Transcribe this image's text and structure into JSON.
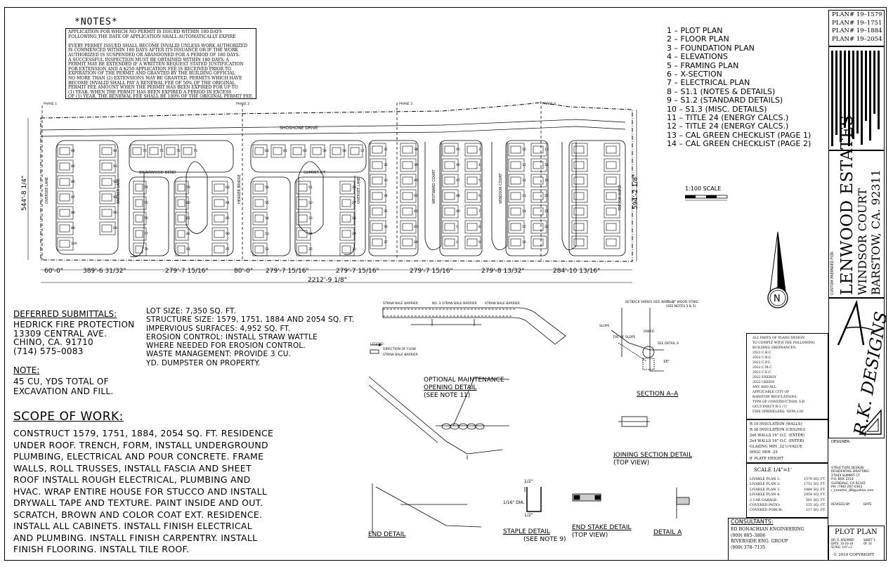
{
  "notes": {
    "title": "*NOTES*",
    "lines": [
      "APPLICATION FOR WHICH NO PERMIT IS ISSUED WITHIN 180 DAYS",
      "FOLLOWING THE DATE OF APPLICATION SHALL AUTOMATICALLY EXPIRE",
      "",
      "EVERY PERMIT ISSUED SHALL BECOME INVALID UNLESS WORK AUTHORIZED",
      "IS COMMENCED WITHIN 180 DAYS AFTER ITS ISSUANCE OR IF THE WORK",
      "AUTHORIZED IS SUSPENDED OR ABANDONED FOR A PERIOD OF 180 DAYS.",
      "A SUCCESSFUL INSPECTION MUST BE OBTAINED WITHIN 180 DAYS. A",
      "PERMIT MAY BE EXTENDED IF A WRITTEN REQUEST STATED JUSTIFICATION",
      "FOR EXTENSION AND A $250 APPLICATION FEE IS RECEIVED PRIOR TO",
      "EXPIRATION OF THE PERMIT AND GRANTED BY THE BUILDING OFFICIAL",
      "NO MORE THAN (2) EXTENSIONS MAY BE GRANTED. PERMITS WHICH HAVE",
      "BECOME INVALID SHALL PAY A RENEWAL FEE OF 50% OF THE ORIGINAL",
      "PERMIT FEE AMOUNT WHEN THE PERMIT HAS BEEN EXPIRED FOR UP TO",
      "(1) YEAR. WHEN THE PERMIT HAS BEEN EXPIRED A PERIOD IN EXCESS",
      "OF (1) YEAR, THE RENEWAL FEE SHALL BE 100% OF THE ORIGINAL PERMIT FEE."
    ]
  },
  "sheet_index": [
    "1 – PLOT PLAN",
    "2 – FLOOR PLAN",
    "3 – FOUNDATION PLAN",
    "4 – ELEVATIONS",
    "5 – FRAMING PLAN",
    "6 – X-SECTION",
    "7 – ELECTRICAL PLAN",
    "8 – S1.1 (NOTES & DETAILS)",
    "9 – S1.2 (STANDARD DETAILS)",
    "10 – S1.3 (MISC. DETAILS)",
    "11 – TITLE 24 (ENERGY CALCS.)",
    "12 – TITLE 24 (ENERGY CALCS.)",
    "13 – CAL GREEN CHECKLIST (PAGE 1)",
    "14 – CAL GREEN CHECKLIST (PAGE 2)"
  ],
  "scale_label": "1:100 SCALE",
  "site": {
    "road_top": "SHOSHONE DRIVE",
    "street_1": "BRIARWOOD BEND",
    "street_2": "SUMMIT CT.",
    "street_left": "OVERSEE LANE",
    "street_3": "BANNER LANE",
    "street_4": "HEADER BRIDGE",
    "street_5": "OVERSEE LANE",
    "street_6": "WESTWARD COURT",
    "street_7": "WINDSOR COURT",
    "street_8": "TREVOR ROAD",
    "phase_labels": [
      "PHASE 1",
      "PHASE 2",
      "PHASE 3",
      "PHASE 4"
    ],
    "left_dim": "544'-8 1/4\"",
    "right_dim": "594'-2 1/8\"",
    "bottom_dims": [
      "60'-0\"",
      "389'-6 31/32\"",
      "279'-7 15/16\"",
      "80'-0\"",
      "279'-7 15/16\"",
      "279'-7 15/16\"",
      "279'-7 15/16\"",
      "279'-8 13/32\"",
      "284'-10 13/16\""
    ],
    "total_dim": "2212'-9 1/8\"",
    "lot_numbers": [
      "84",
      "85",
      "86",
      "87",
      "88",
      "89",
      "100",
      "94",
      "93",
      "92",
      "91",
      "90",
      "69",
      "70",
      "71",
      "72",
      "73",
      "74",
      "75",
      "76",
      "77",
      "78",
      "79",
      "80",
      "81",
      "82",
      "83",
      "63",
      "64",
      "65",
      "66",
      "67",
      "62",
      "61",
      "60",
      "59",
      "58",
      "57",
      "56",
      "55",
      "54",
      "53",
      "52",
      "51",
      "50",
      "23",
      "24",
      "25",
      "26",
      "27",
      "28",
      "29",
      "30",
      "31",
      "32",
      "33",
      "34",
      "35",
      "36",
      "37",
      "38",
      "39",
      "40",
      "41",
      "42",
      "43",
      "44",
      "45",
      "46",
      "47",
      "48",
      "49",
      "1",
      "2",
      "3",
      "4",
      "5",
      "6",
      "7",
      "8",
      "9",
      "10",
      "11",
      "12",
      "13",
      "14",
      "15",
      "16",
      "17",
      "18",
      "19",
      "20",
      "21",
      "22"
    ]
  },
  "deferred": {
    "heading": "DEFERRED SUBMITTALS:",
    "lines": [
      "HEDRICK FIRE PROTECTION",
      "13309 CENTRAL AVE.",
      "CHINO, CA. 91710",
      "(714) 575–0083"
    ]
  },
  "lot_info": [
    "LOT SIZE: 7,350 SQ. FT.",
    "STRUCTURE SIZE: 1579, 1751, 1884 AND 2054 SQ. FT.",
    "IMPERVIOUS SURFACES: 4,952 SQ. FT.",
    "EROSION CONTROL: INSTALL STRAW WATTLE",
    "WHERE NEEDED FOR EROSION CONTROL.",
    "WASTE MANAGEMENT: PROVIDE 3 CU.",
    "YD. DUMPSTER ON PROPERTY."
  ],
  "note": {
    "heading": "NOTE:",
    "lines": [
      "45 CU, YDS TOTAL OF",
      "EXCAVATION AND FILL."
    ]
  },
  "scope": {
    "heading": "SCOPE OF WORK:",
    "lines": [
      "CONSTRUCT 1579, 1751, 1884, 2054 SQ. FT. RESIDENCE",
      "UNDER ROOF.  TRENCH, FORM, INSTALL UNDERGROUND",
      "PLUMBING, ELECTRICAL AND POUR CONCRETE.  FRAME",
      "WALLS, ROLL TRUSSES, INSTALL FASCIA AND SHEET",
      "ROOF INSTALL ROUGH ELECTRICAL, PLUMBING AND",
      "HVAC.  WRAP ENTIRE HOUSE FOR STUCCO AND INSTALL",
      "DRYWALL TAPE AND TEXTURE.  PAINT INSIDE AND OUT.",
      "SCRATCH, BROWN AND COLOR COAT EXT. RESIDENCE.",
      "INSTALL ALL CABINETS.  INSTALL FINISH ELECTRICAL",
      "AND PLUMBING. INSTALL FINISH CARPENTRY.  INSTALL",
      "FINISH FLOORING. INSTALL TILE ROOF."
    ]
  },
  "details": {
    "straw_top": [
      "STRAW BALE BARRIER",
      "NO. 3 STRAW BALE BARRIER",
      "STRAW BALE BARRIER"
    ],
    "legend": [
      "LEGEND:",
      "DIRECTION OF FLOW",
      "STRAW BALE BARRIER"
    ],
    "opening_title": "OPTIONAL MAINTENANCE",
    "opening_title2": "OPENING DETAIL",
    "opening_sub": "(SEE NOTE 11)",
    "section_title": "SECTION A–A",
    "joining_title": "JOINING SECTION DETAIL",
    "joining_sub": "(TOP VIEW)",
    "end_title": "END DETAIL",
    "staple_title": "STAPLE DETAIL",
    "staple_sub": "(SEE NOTE 9)",
    "end_stake_title": "END STAKE DETAIL",
    "end_stake_sub": "(TOP VIEW)",
    "detail_a": "DETAIL A",
    "staple_dims": [
      "1/2\"",
      "1/16\" DIA.",
      "1/2\""
    ],
    "section_labels": [
      "SETBACK VARIES (SEE NOTE 4)",
      "SLOPE",
      "TOE OF SLOPE",
      "SEE DETAIL A",
      "2\"x 2\" WOOD STAKE (SEE NOTES 3 & 5)",
      "FABRIC",
      "18\""
    ]
  },
  "titleblock": {
    "plans": [
      "PLAN# 19–1579",
      "PLAN# 19–1751",
      "PLAN# 19–1884",
      "PLAN# 19–2054"
    ],
    "custom_prepared": "CUSTOM PREPARED FOR:",
    "project_lines": [
      "LENWOOD ESTATES",
      "WINDSOR COURT",
      "BARSTOW, CA. 92311"
    ],
    "firm": "R.K. DESIGNS",
    "copyright": "© 2019 COPYRIGHT",
    "codes": [
      "ALL PARTS OF PLANS DESIGN",
      "TO COMPLY WITH THE FOLLOWING",
      "BUILDING ORDINANCES:",
      "2022 C.B.C.",
      "2022 C.R.C.",
      "2022 C.P.C.",
      "2022 C.M.C.",
      "2022 C.E.C.",
      "2022 ENERGY",
      "2022 GREEN",
      "ANY AND ALL",
      "APPLICABLE CITY OF",
      "BARSTOW REGULATIONS.",
      "TYPE OF CONSTRUCTION: V-B",
      "OCCUPANCY R-3 / U",
      "FIRE SPRINKLERS: NFPA-13D"
    ],
    "energy": [
      "R-19 INSULATION (WALLS)",
      "R-38 INSULATION (CEILING)",
      "2x6 WALLS 16\" O.C. (EXTER)",
      "2x4 WALLS 16\" O.C. (INTER)",
      "GLAZING MIN .32 U-VALUE",
      "SHGC MIN .25",
      "8' PLATE HEIGHT"
    ],
    "scale": "SCALE 1/4\"=1'",
    "areas": [
      [
        "LIVABLE PLAN 1:",
        "1579 SQ. FT."
      ],
      [
        "LIVABLE PLAN 2:",
        "1751 SQ. FT."
      ],
      [
        "LIVABLE PLAN 3:",
        "1884 SQ. FT."
      ],
      [
        "LIVABLE PLAN 4:",
        "2054 SQ. FT."
      ],
      [
        "2 CAR GARAGE:",
        "501 SQ. FT."
      ],
      [
        "COVERED PATIO:",
        "155 SQ. FT."
      ],
      [
        "COVERED PORCH:",
        "117 SQ. FT."
      ]
    ],
    "designer_label": "DESIGNER:",
    "designer_lines": [
      "STRUCTURE DESIGN",
      "RESIDENTIAL DRAFTING",
      "27043 SUMMIT CT.",
      "P.O. BOX 2214",
      "GLENDALE, CA 92342",
      "PH: (760) 267-0303",
      "r_kreamer_88@yahoo.com"
    ],
    "revised_label": "REVISED BY",
    "date_label": "DATE",
    "consultants_heading": "CONSULTANTS:",
    "consultants": [
      "ED BONACHIAN ENGINEERING",
      "(909) 885–3806",
      "RIVERSIDE ENG. GROUP",
      "(909) 378–7135"
    ],
    "sheet_title": "PLOT PLAN",
    "sheet_meta": [
      "DR. R. KREAMER",
      "SHEET 1",
      "DATE: 10-16-19",
      "OF 14",
      "SCALE: 1/4\"=1'"
    ]
  }
}
